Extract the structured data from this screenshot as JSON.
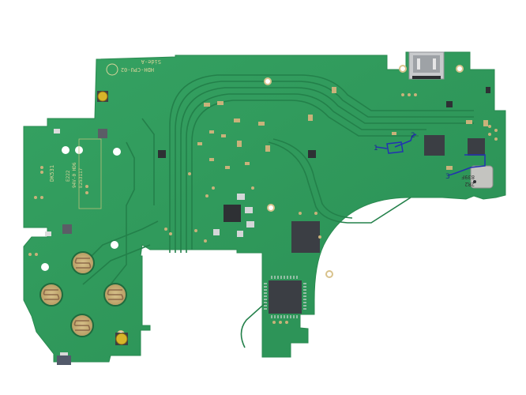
{
  "image": {
    "description": "Top-down photo of a green printed circuit board on a white background, with button contact pads, a USB-C connector, several ICs, and three blue hand-drawn annotation marks",
    "background_color": "#ffffff",
    "board_color": "#2f9a5a",
    "trace_color": "#23804a",
    "pad_color": "#c9b27a",
    "ic_color": "#3a3d42",
    "annotation_color": "#2233b0"
  },
  "silkscreen": {
    "board_id": "HDH-CPU-02",
    "side": "Side-A",
    "maker_code": "DK531",
    "ul_code": "E222",
    "rating": "94V-0 HD6",
    "ul_file": "E253117",
    "inductor_label_1": "2R2",
    "inductor_label_2": "839F"
  },
  "annotations": [
    {
      "label": "1"
    },
    {
      "label": "2"
    },
    {
      "label": "3"
    }
  ],
  "components": {
    "connector": "usb-c-port",
    "face_buttons": 4,
    "tact_switches": 2
  }
}
